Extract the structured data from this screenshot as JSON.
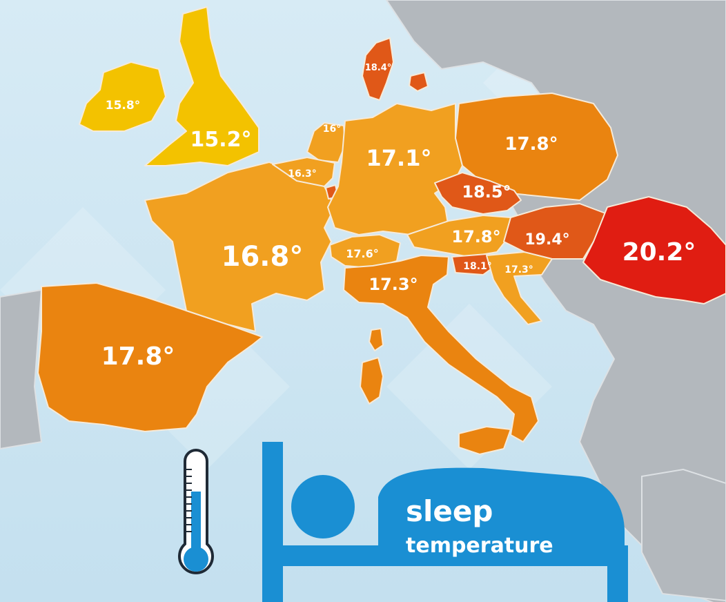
{
  "colors": {
    "sea": "#cfe6f3",
    "land_grey": "#b3b8bd",
    "yellow": "#f3c200",
    "light_orange": "#f1a020",
    "orange": "#ea8410",
    "dark_orange": "#e05818",
    "red": "#e01d12",
    "brand_blue": "#1a8fd3"
  },
  "map": {
    "labels": {
      "ireland": "15.8°",
      "uk": "15.2°",
      "denmark": "18.4°",
      "netherlands": "16°",
      "belgium": "16.3°",
      "germany": "17.1°",
      "poland": "17.8°",
      "czech": "18.5°",
      "austria": "17.8°",
      "hungary": "19.4°",
      "romania": "20.2°",
      "france": "16.8°",
      "switzerland": "17.6°",
      "slovenia": "18.1°",
      "croatia": "17.3°",
      "italy": "17.3°",
      "spain": "17.8°"
    }
  },
  "brand": {
    "line1": "sleep",
    "line2": "temperature",
    "thermometer_icon": "thermometer-icon",
    "bed_icon": "bed-icon"
  }
}
